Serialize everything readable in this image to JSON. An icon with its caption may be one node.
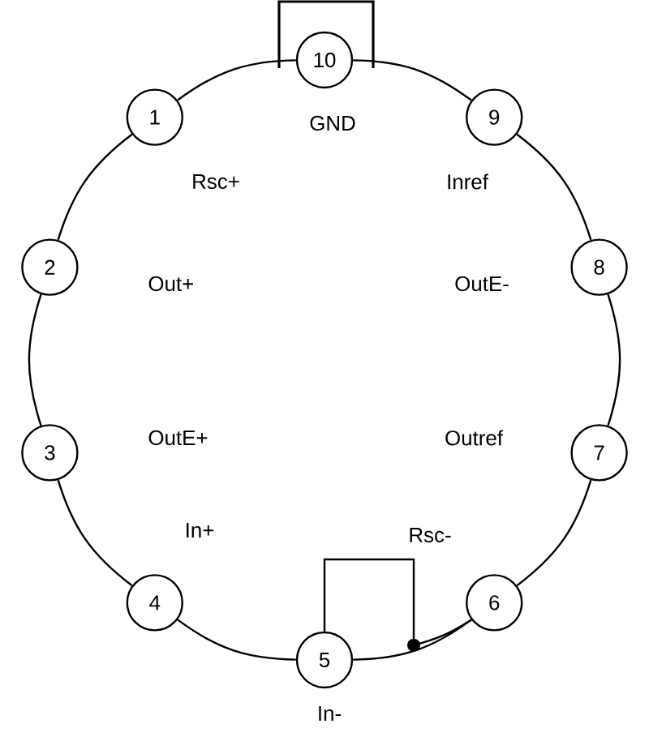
{
  "diagram": {
    "nodes": [
      {
        "text": [
          "1"
        ],
        "beside": [
          "Rsc+"
        ]
      },
      {
        "text": [
          "2"
        ],
        "beside": [
          "Out+"
        ]
      },
      {
        "text": [
          "3"
        ],
        "beside": [
          "OutE+"
        ]
      },
      {
        "text": [
          "4"
        ],
        "beside": [
          "In+"
        ]
      },
      {
        "text": [
          "5"
        ],
        "beside": [
          "In-"
        ]
      },
      {
        "text": [
          "6"
        ],
        "beside": [
          "Rsc-"
        ]
      },
      {
        "text": [
          "7"
        ],
        "beside": [
          "Outref"
        ]
      },
      {
        "text": [
          "8"
        ],
        "beside": [
          "OutE-"
        ]
      },
      {
        "text": [
          "9"
        ],
        "beside": [
          "Inref"
        ]
      },
      {
        "text": [
          "10"
        ],
        "beside": [
          "GND"
        ]
      }
    ],
    "edges": [
      {
        "from": 0,
        "to": 1,
        "arrow": "none"
      },
      {
        "from": 1,
        "to": 2,
        "arrow": "none"
      },
      {
        "from": 2,
        "to": 3,
        "arrow": "none"
      },
      {
        "from": 3,
        "to": 4,
        "arrow": "none"
      },
      {
        "from": 4,
        "to": 5,
        "arrow": "none"
      },
      {
        "from": 5,
        "to": 6,
        "arrow": "none"
      },
      {
        "from": 6,
        "to": 7,
        "arrow": "none"
      },
      {
        "from": 7,
        "to": 8,
        "arrow": "none"
      },
      {
        "from": 8,
        "to": 9,
        "arrow": "none"
      },
      {
        "from": 9,
        "to": 0,
        "arrow": "none"
      },
      {
        "from": 4,
        "to": 5,
        "arrow": "none"
      }
    ]
  }
}
